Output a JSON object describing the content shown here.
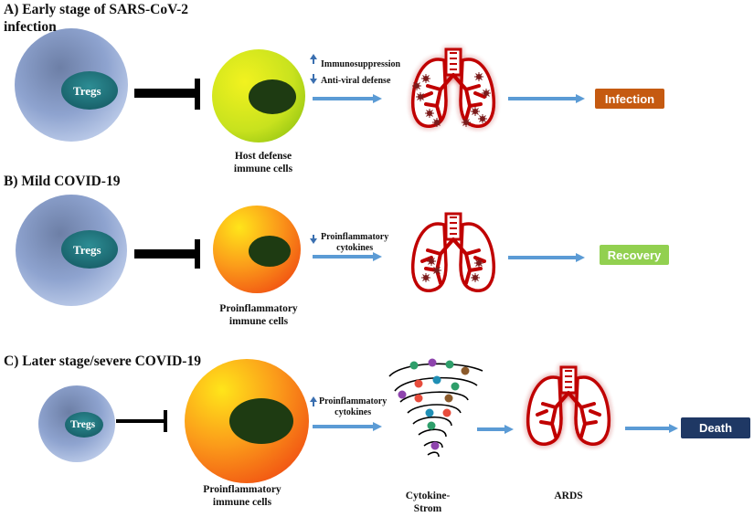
{
  "sections": [
    {
      "heading": "A) Early stage of SARS-CoV-2\ninfection",
      "cell_label": "Host defense\nimmune cells",
      "notes": [
        {
          "arrow": "up",
          "text": "Immunosuppression"
        },
        {
          "arrow": "down",
          "text": "Anti-viral defense"
        }
      ],
      "outcome": "Infection",
      "tregs": "Tregs"
    },
    {
      "heading": "B) Mild COVID-19",
      "cell_label": "Proinflammatory\nimmune cells",
      "notes": [
        {
          "arrow": "down",
          "text": "Proinflammatory\ncytokines"
        }
      ],
      "outcome": "Recovery",
      "tregs": "Tregs"
    },
    {
      "heading": "C) Later stage/severe COVID-19",
      "cell_label": "Proinflammatory\nimmune cells",
      "notes": [
        {
          "arrow": "up",
          "text": "Proinflammatory\ncytokines"
        }
      ],
      "storm_label": "Cytokine-\nStrom",
      "ards_label": "ARDS",
      "outcome": "Death",
      "tregs": "Tregs"
    }
  ],
  "colors": {
    "arrow": "#5b9bd5",
    "infection": "#c55a11",
    "recovery": "#92d050",
    "death": "#1f3864",
    "lung_red": "#c00000",
    "tregs_nucleus": "#1f6f78"
  },
  "icons": {
    "inhibit": "inhibition-bar-icon",
    "lungs": "lungs-icon",
    "storm": "cytokine-storm-icon"
  }
}
